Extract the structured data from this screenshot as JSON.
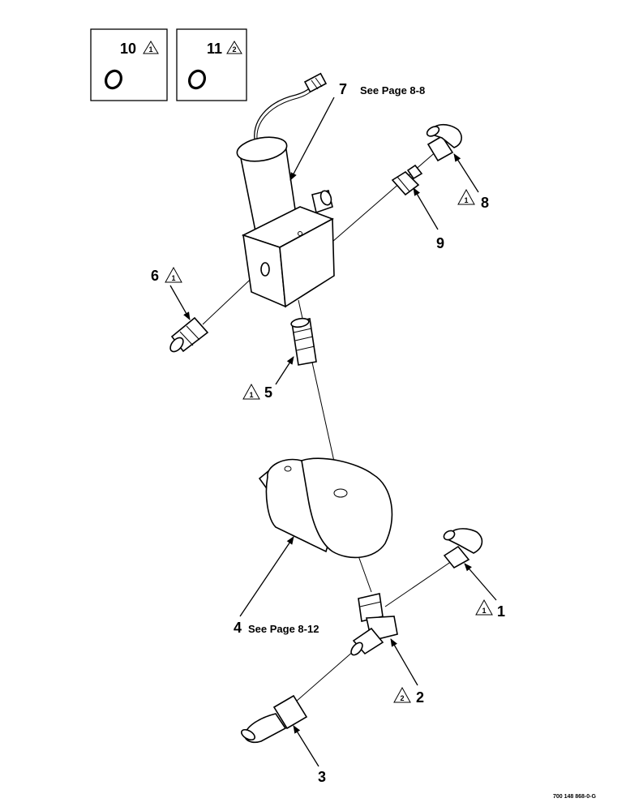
{
  "callouts": {
    "c1": {
      "num": "1",
      "tri": "1"
    },
    "c2": {
      "num": "2",
      "tri": "2"
    },
    "c3": {
      "num": "3"
    },
    "c4": {
      "num": "4",
      "note": "See Page 8-12"
    },
    "c5": {
      "num": "5",
      "tri": "1"
    },
    "c6": {
      "num": "6",
      "tri": "1"
    },
    "c7": {
      "num": "7",
      "note": "See Page 8-8"
    },
    "c8": {
      "num": "8",
      "tri": "1"
    },
    "c9": {
      "num": "9"
    },
    "c10": {
      "num": "10",
      "tri": "1"
    },
    "c11": {
      "num": "11",
      "tri": "2"
    }
  },
  "drawing_code": "700 148 868-0-G"
}
